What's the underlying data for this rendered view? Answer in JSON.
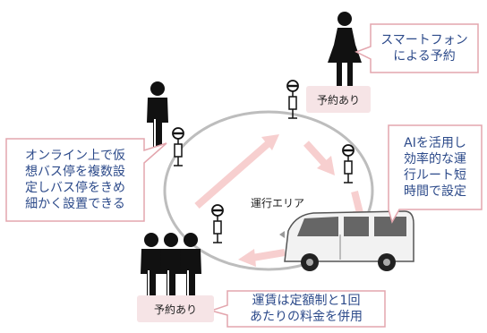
{
  "callouts": {
    "smartphone": "スマートフォン\nによる予約",
    "online": "オンライン上で仮\n想バス停を複数設\n定しバス停をきめ\n細かく設置できる",
    "ai_route": "AIを活用し\n効率的な運\n行ルート短\n時間で設定",
    "fare": "運賃は定額制と1回\nあたりの料金を併用"
  },
  "badges": {
    "reservation_top": "予約あり",
    "reservation_bottom": "予約あり"
  },
  "area_label": "運行エリア",
  "colors": {
    "callout_border": "#e3a5ad",
    "callout_text": "#2c4a8a",
    "badge_bg": "#f6e4e6",
    "loop": "#bdbdbd",
    "arrow": "#f7cfcf"
  }
}
